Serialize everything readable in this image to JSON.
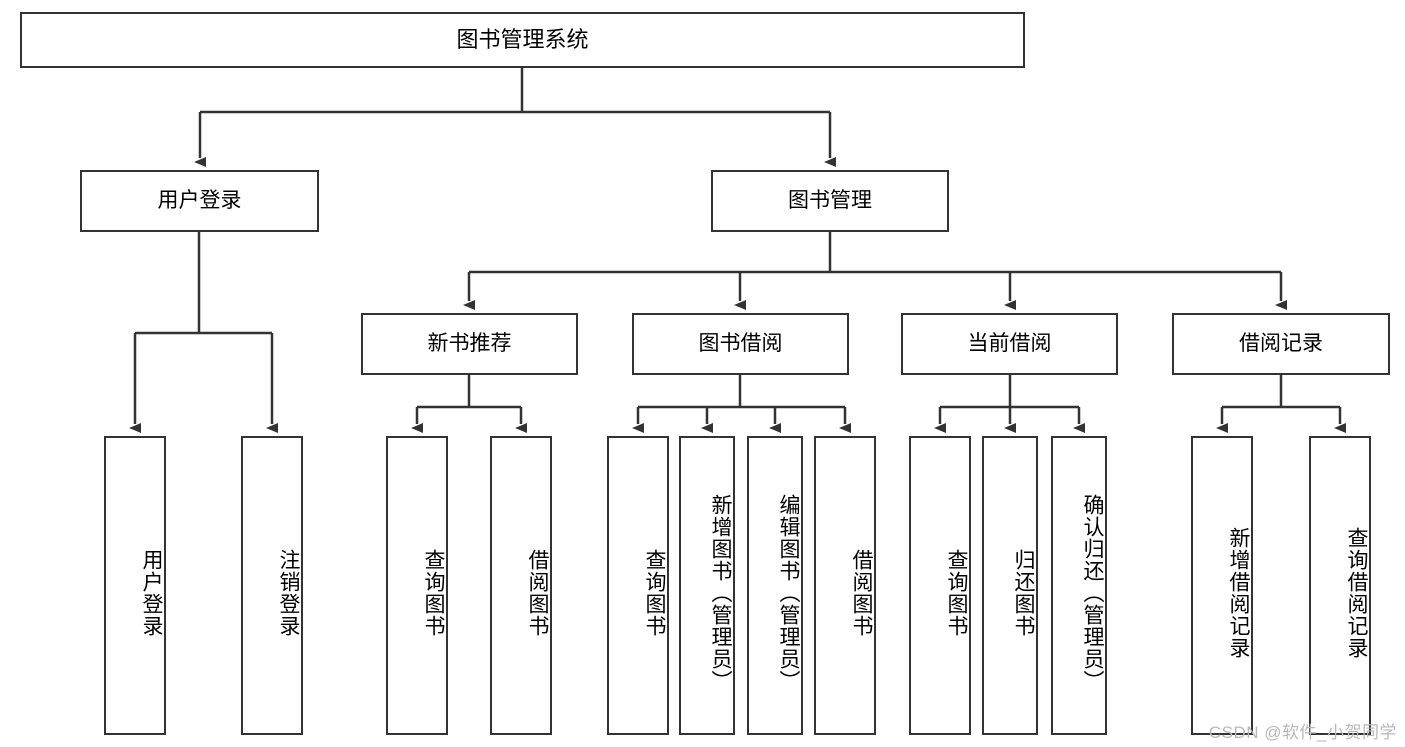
{
  "diagram": {
    "title": "图书管理系统",
    "type": "tree-hierarchy",
    "watermark": "CSDN @软件_小贺同学",
    "colors": {
      "box_border": "#333333",
      "box_fill": "#ffffff",
      "edge": "#333333",
      "text": "#000000",
      "watermark": "#b8b8b8"
    },
    "root": {
      "label": "图书管理系统"
    },
    "level2": [
      {
        "label": "用户登录"
      },
      {
        "label": "图书管理"
      }
    ],
    "level3": [
      {
        "label": "新书推荐"
      },
      {
        "label": "图书借阅"
      },
      {
        "label": "当前借阅"
      },
      {
        "label": "借阅记录"
      }
    ],
    "leaves": {
      "user_login": [
        {
          "label": "用户登录"
        },
        {
          "label": "注销登录"
        }
      ],
      "new_book_recommend": [
        {
          "label": "查询图书"
        },
        {
          "label": "借阅图书"
        }
      ],
      "book_borrow": [
        {
          "label": "查询图书"
        },
        {
          "label": "新增图书（管理员）"
        },
        {
          "label": "编辑图书（管理员）"
        },
        {
          "label": "借阅图书"
        }
      ],
      "current_borrow": [
        {
          "label": "查询图书"
        },
        {
          "label": "归还图书"
        },
        {
          "label": "确认归还（管理员）"
        }
      ],
      "borrow_record": [
        {
          "label": "新增借阅记录"
        },
        {
          "label": "查询借阅记录"
        }
      ]
    }
  }
}
